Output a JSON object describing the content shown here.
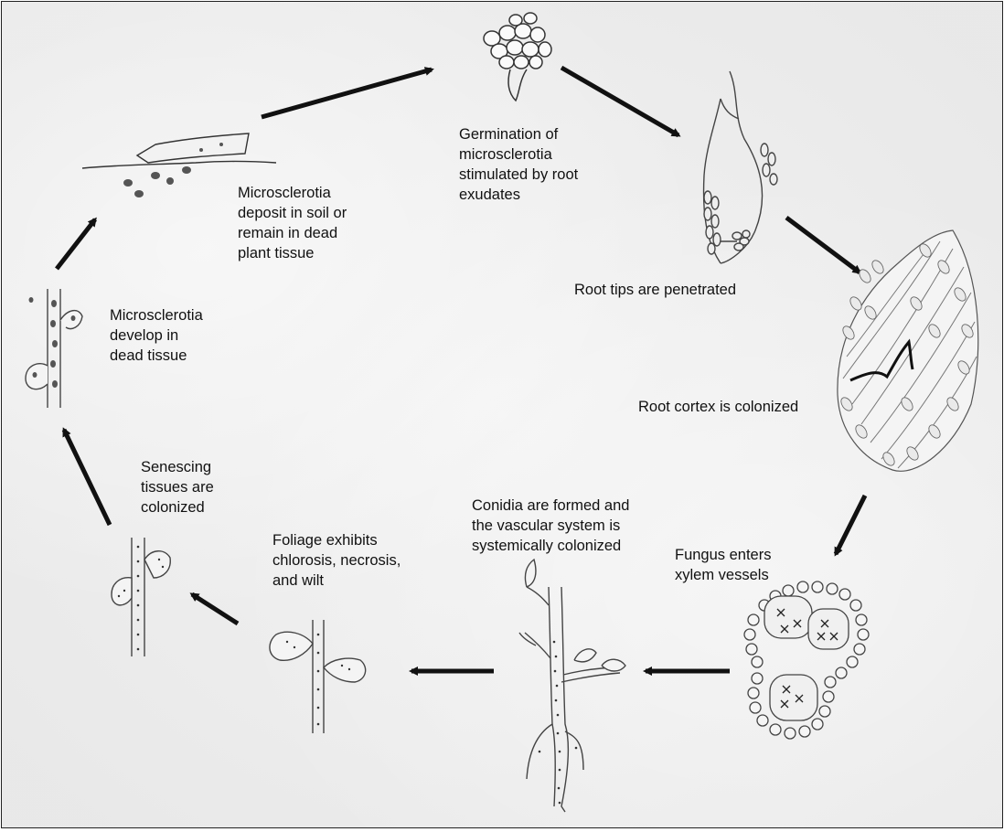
{
  "stages": {
    "germination": "Germination of\nmicrosclerotia\nstimulated by root\nexudates",
    "root_tips": "Root tips are penetrated",
    "cortex": "Root cortex is colonized",
    "xylem": "Fungus enters\nxylem vessels",
    "conidia": "Conidia are formed and\nthe vascular system is\nsystemically colonized",
    "foliage": "Foliage exhibits\nchlorosis, necrosis,\nand wilt",
    "senescing": "Senescing\ntissues are\ncolonized",
    "develop": "Microsclerotia\ndevelop in\ndead tissue",
    "deposit": "Microsclerotia\ndeposit in soil or\nremain in dead\nplant tissue"
  }
}
